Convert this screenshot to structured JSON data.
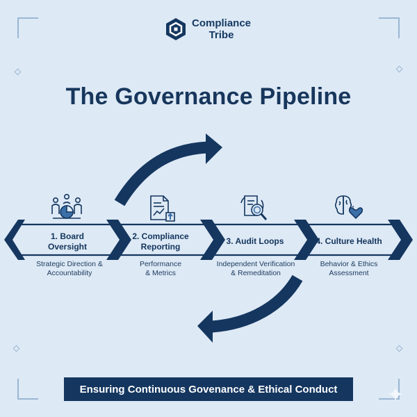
{
  "brand": {
    "name_line1": "Compliance",
    "name_line2": "Tribe"
  },
  "title": "The Governance Pipeline",
  "stages": [
    {
      "label_line1": "1. Board",
      "label_line2": "Oversight",
      "desc_line1": "Strategic Direction &",
      "desc_line2": "Accountability",
      "icon": "board-meeting-icon"
    },
    {
      "label_line1": "2. Compliance",
      "label_line2": "Reporting",
      "desc_line1": "Performance",
      "desc_line2": "& Metrics",
      "icon": "report-chart-icon"
    },
    {
      "label_line1": "3. Audit Loops",
      "label_line2": "",
      "desc_line1": "Independent Verification",
      "desc_line2": "& Remeditation",
      "icon": "audit-search-icon"
    },
    {
      "label_line1": "4. Culture Health",
      "label_line2": "",
      "desc_line1": "Behavior & Ethics",
      "desc_line2": "Assessment",
      "icon": "brain-heart-icon"
    }
  ],
  "footer": "Ensuring Continuous Govenance & Ethical Conduct",
  "colors": {
    "navy": "#14365f",
    "background": "#dde9f5",
    "accent": "#3b6fa8"
  }
}
